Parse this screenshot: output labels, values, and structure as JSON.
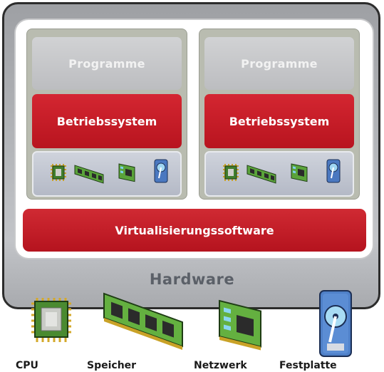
{
  "hardware": {
    "label": "Hardware"
  },
  "virtualization": {
    "label": "Virtualisierungssoftware"
  },
  "vms": [
    {
      "programs_label": "Programme",
      "os_label": "Betriebssystem"
    },
    {
      "programs_label": "Programme",
      "os_label": "Betriebssystem"
    }
  ],
  "components": {
    "cpu": "CPU",
    "memory": "Speicher",
    "network": "Netzwerk",
    "disk": "Festplatte"
  },
  "colors": {
    "os_red": "#c41c27",
    "programs_gray": "#c6c7c9",
    "hardware_gray": "#b3b5b8",
    "vm_frame": "#b9bcb0"
  },
  "icons": [
    "cpu-chip-icon",
    "memory-module-icon",
    "network-card-icon",
    "hard-disk-icon"
  ]
}
